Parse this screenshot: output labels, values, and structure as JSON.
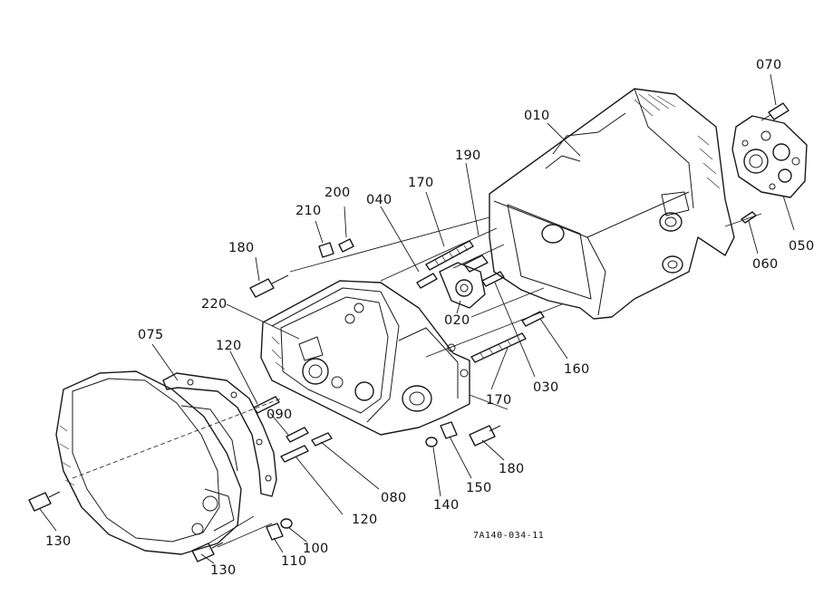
{
  "callouts": {
    "c010": "010",
    "c020": "020",
    "c030": "030",
    "c040": "040",
    "c050": "050",
    "c060": "060",
    "c070": "070",
    "c075": "075",
    "c080": "080",
    "c090": "090",
    "c100": "100",
    "c110": "110",
    "c120a": "120",
    "c120b": "120",
    "c130a": "130",
    "c130b": "130",
    "c140": "140",
    "c150": "150",
    "c160": "160",
    "c170a": "170",
    "c170b": "170",
    "c180a": "180",
    "c180b": "180",
    "c190": "190",
    "c200": "200",
    "c210": "210",
    "c220": "220"
  },
  "drawing_code": "7A140-034-11"
}
